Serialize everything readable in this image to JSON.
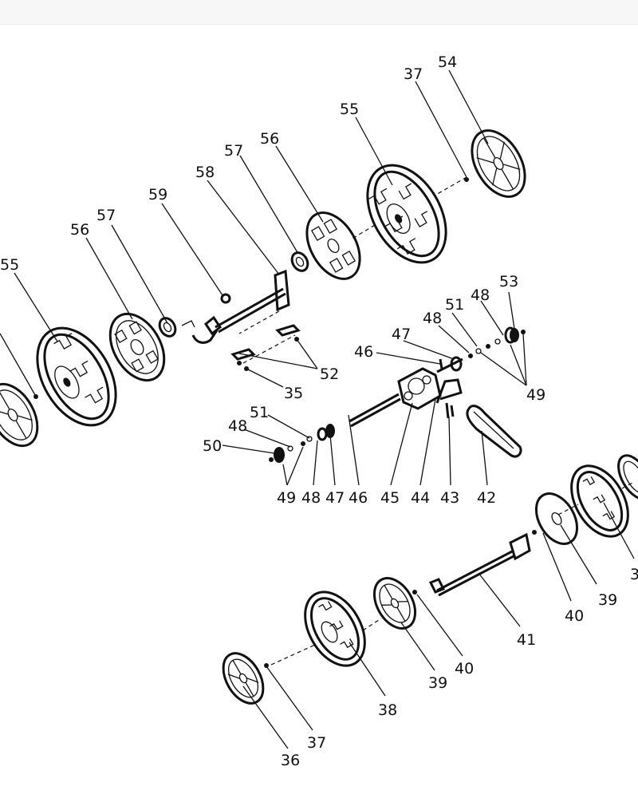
{
  "labels": {
    "l55a": "55",
    "l37a": "37",
    "l54": "54",
    "l56a": "56",
    "l57a": "57",
    "l58": "58",
    "l59": "59",
    "l57b": "57",
    "l56b": "56",
    "l55b": "55",
    "l53": "53",
    "l48a": "48",
    "l51a": "51",
    "l48b": "48",
    "l47a": "47",
    "l46a": "46",
    "l49a": "49",
    "l52": "52",
    "l35": "35",
    "l51b": "51",
    "l48c": "48",
    "l50": "50",
    "l49b": "49",
    "l48d": "48",
    "l47b": "47",
    "l46b": "46",
    "l45": "45",
    "l44": "44",
    "l43": "43",
    "l42": "42",
    "l39a": "39",
    "l40a": "40",
    "l3x": "3",
    "l41": "41",
    "l40b": "40",
    "l39b": "39",
    "l38": "38",
    "l37b": "37",
    "l36": "36"
  },
  "colors": {
    "ink": "#111111",
    "background": "#ffffff",
    "topbar": "#f7f7f7"
  },
  "parts": [
    "wheel-cap",
    "wheel-tire",
    "hubcap",
    "washer",
    "bracket",
    "axle",
    "gearbox",
    "drive-belt",
    "bearing",
    "gear",
    "clip",
    "pin",
    "ball"
  ]
}
